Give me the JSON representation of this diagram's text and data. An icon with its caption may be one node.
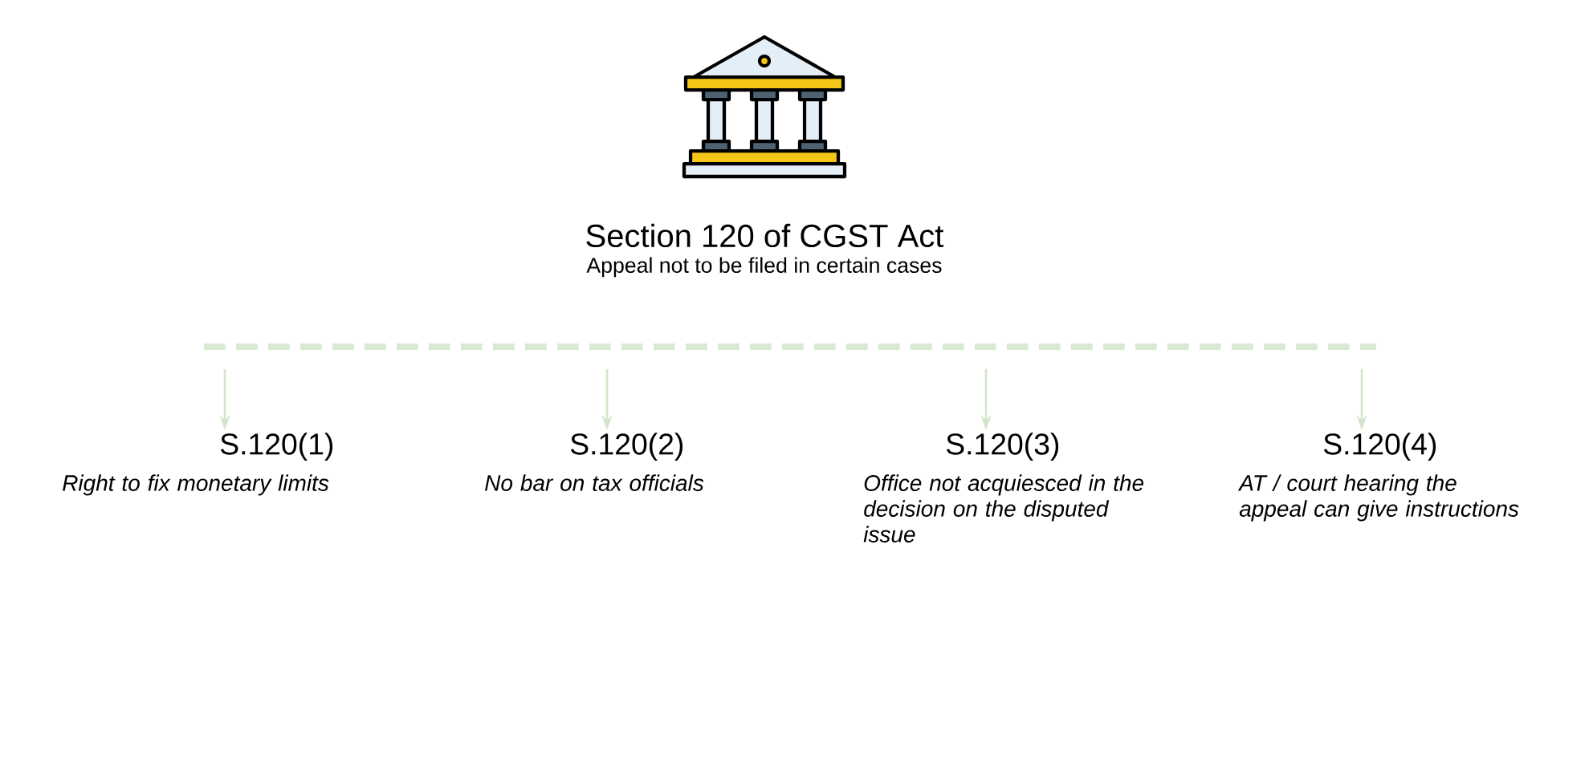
{
  "diagram": {
    "nodes": [
      {
        "text": [
          "Section 120 of CGST Act",
          "Appeal not to be filed in certain cases"
        ]
      },
      {
        "text": [
          "S.120(1)",
          "Right to fix monetary limits"
        ]
      },
      {
        "text": [
          "S.120(2)",
          "No bar on tax officials"
        ]
      },
      {
        "text": [
          "S.120(3)",
          "Office not acquiesced in the decision on the disputed issue"
        ]
      },
      {
        "text": [
          "S.120(4)",
          "AT / court hearing the appeal can give instructions"
        ]
      }
    ],
    "edges": [
      {
        "from": null,
        "to": 1,
        "arrow": "to"
      },
      {
        "from": null,
        "to": 2,
        "arrow": "to"
      },
      {
        "from": null,
        "to": 3,
        "arrow": "to"
      },
      {
        "from": null,
        "to": 4,
        "arrow": "to"
      }
    ]
  }
}
